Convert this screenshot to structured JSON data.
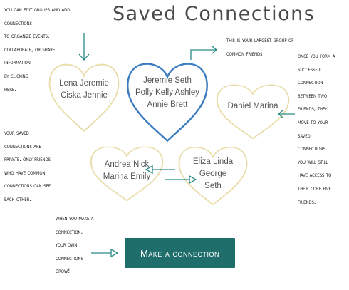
{
  "title": "Saved Connections",
  "colors": {
    "heart_outline": "#e8dca8",
    "heart_selected": "#3b7bc0",
    "arrow": "#2a8a87",
    "button_bg": "#1f6e6c",
    "button_text": "#ffffff"
  },
  "notes": {
    "edit_groups": "You can Edit groups and add\nconnections\nto organize events,\ncollaborate, or share\ninformation\nby clicking\nhere.",
    "largest_group": "This is your largest group of\ncommon friends",
    "core_five": "Once you form a\nsuccessful\nconnection\nbetween two\nfriends, they\nmove to your\nsaved\nconnections.\nYou will still\nhave access to\ntheir core five\nfriends.",
    "private": "Your saved\nconnections are\nprivate. Only friends\nwho have common\nconnections can see\neach other.",
    "grow": "When you make a\nconnection,\nyour own\nconnections\ngrow!"
  },
  "groups": [
    {
      "lines": [
        "Lena Jeremie",
        "Ciska Jennie"
      ]
    },
    {
      "lines": [
        "Jeremie Seth",
        "Polly Kelly Ashley",
        "Annie Brett"
      ]
    },
    {
      "lines": [
        "Daniel Marina"
      ]
    },
    {
      "lines": [
        "Andrea Nick",
        "Marina Emily"
      ]
    },
    {
      "lines": [
        "Eliza Linda",
        "George",
        "Seth"
      ]
    }
  ],
  "button": {
    "label": "Make a connection"
  }
}
